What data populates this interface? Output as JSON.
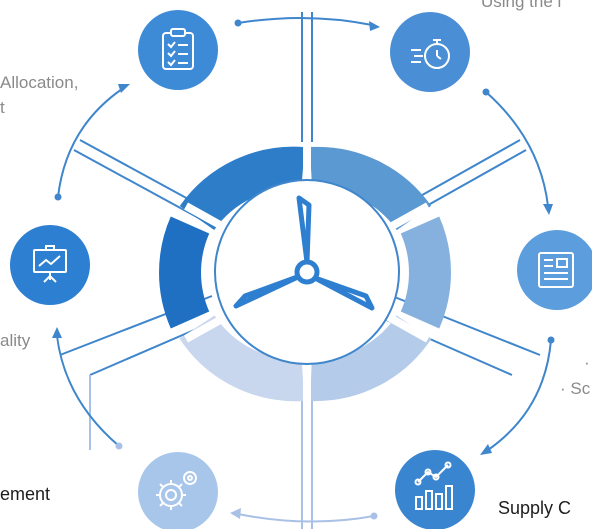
{
  "diagram": {
    "center_icon": "wind-turbine-icon",
    "colors": {
      "ring": [
        "#2e7dc9",
        "#5b99d3",
        "#86b1df",
        "#b4cbea",
        "#c8d6ee",
        "#1f6fc2"
      ],
      "connector": "#3f86cc",
      "connector_light": "#a9c1e6",
      "panel_border": "#3f86cc",
      "panel_border_light": "#a9c1e6"
    },
    "nodes": [
      {
        "icon": "clipboard-checklist-icon",
        "color": "#3d8bd6"
      },
      {
        "icon": "stopwatch-fast-icon",
        "color": "#4a8fd6"
      },
      {
        "icon": "newspaper-icon",
        "color": "#5b9ddd"
      },
      {
        "icon": "bar-chart-growth-icon",
        "color": "#3a85d0"
      },
      {
        "icon": "gears-icon",
        "color": "#a8c5ea"
      },
      {
        "icon": "presentation-chart-icon",
        "color": "#2d7fd1"
      }
    ],
    "labels": {
      "top_right": "Using the i",
      "left_top_line1": "Allocation,",
      "left_top_line2": "t",
      "left_mid": "ality",
      "right_line1": "·",
      "right_line2": "· Sc",
      "bottom_left": "ement",
      "bottom_right": "Supply C"
    }
  }
}
